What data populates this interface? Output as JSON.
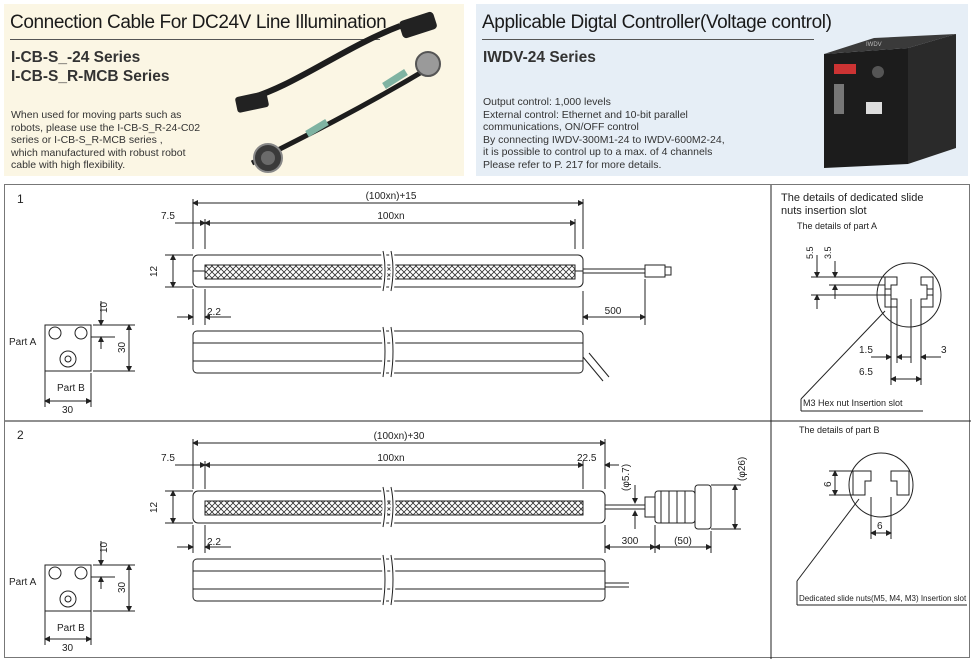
{
  "cable_panel": {
    "title": "Connection Cable For DC24V Line Illumination",
    "series": [
      "I-CB-S_-24 Series",
      "I-CB-S_R-MCB Series"
    ],
    "description": "When used for moving parts such as\nrobots, please use the I-CB-S_R-24-C02\nseries or I-CB-S_R-MCB series ,\nwhich manufactured with robust robot\ncable with high flexibility."
  },
  "controller_panel": {
    "title": "Applicable Digtal Controller(Voltage control)",
    "series": "IWDV-24 Series",
    "description": "Output control: 1,000 levels\nExternal control: Ethernet and 10-bit parallel\ncommunications, ON/OFF control\nBy connecting IWDV-300M1-24 to IWDV-600M2-24,\nit is possible to control up to a max. of 4 channels\nPlease refer to P. 217 for more details."
  },
  "drawing1": {
    "number": "1",
    "dims": {
      "overall": "(100xn)+15",
      "body": "100xn",
      "left_offset": "7.5",
      "height": "12",
      "edge": "2.2",
      "cable": "500",
      "side_h": "10",
      "side_total": "30",
      "side_w": "30"
    },
    "part_a": "Part A",
    "part_b": "Part B"
  },
  "drawing2": {
    "number": "2",
    "dims": {
      "overall": "(100xn)+30",
      "body": "100xn",
      "left_offset": "7.5",
      "right_offset": "22.5",
      "height": "12",
      "edge": "2.2",
      "cable": "300",
      "connector": "(50)",
      "phi_small": "(φ5.7)",
      "phi_large": "(φ26)",
      "side_h": "10",
      "side_total": "30",
      "side_w": "30"
    },
    "part_a": "Part A",
    "part_b": "Part B"
  },
  "details": {
    "heading": "The details of dedicated slide nuts insertion slot",
    "part_a_title": "The details of part A",
    "part_a_dims": {
      "d55": "5.5",
      "d35": "3.5",
      "d15": "1.5",
      "d3": "3",
      "d65": "6.5"
    },
    "part_a_label": "M3 Hex nut Insertion slot",
    "part_b_title": "The details of part B",
    "part_b_dims": {
      "h6": "6",
      "w6": "6"
    },
    "part_b_label": "Dedicated slide nuts(M5, M4, M3) Insertion slot"
  },
  "colors": {
    "cable_panel_bg": "#fbf6e4",
    "controller_panel_bg": "#e6eef6",
    "line": "#222222"
  }
}
